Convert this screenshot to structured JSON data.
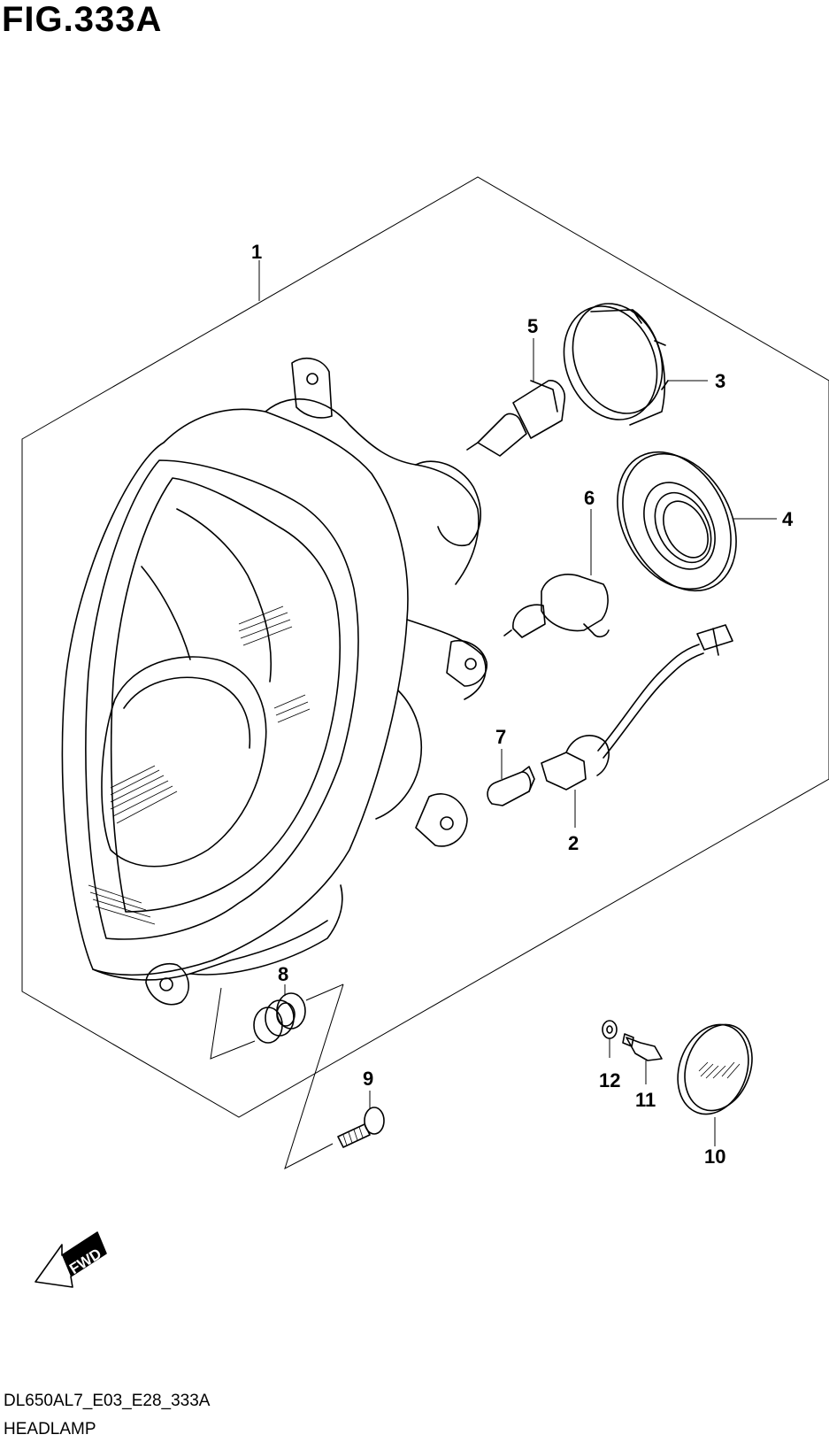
{
  "figure": {
    "title": "FIG.333A",
    "code": "DL650AL7_E03_E28_333A",
    "caption": "HEADLAMP"
  },
  "direction_marker": {
    "label": "FWD"
  },
  "callouts": [
    {
      "id": "1",
      "label": "1"
    },
    {
      "id": "2",
      "label": "2"
    },
    {
      "id": "3",
      "label": "3"
    },
    {
      "id": "4",
      "label": "4"
    },
    {
      "id": "5",
      "label": "5"
    },
    {
      "id": "6",
      "label": "6"
    },
    {
      "id": "7",
      "label": "7"
    },
    {
      "id": "8",
      "label": "8"
    },
    {
      "id": "9",
      "label": "9"
    },
    {
      "id": "10",
      "label": "10"
    },
    {
      "id": "11",
      "label": "11"
    },
    {
      "id": "12",
      "label": "12"
    }
  ]
}
